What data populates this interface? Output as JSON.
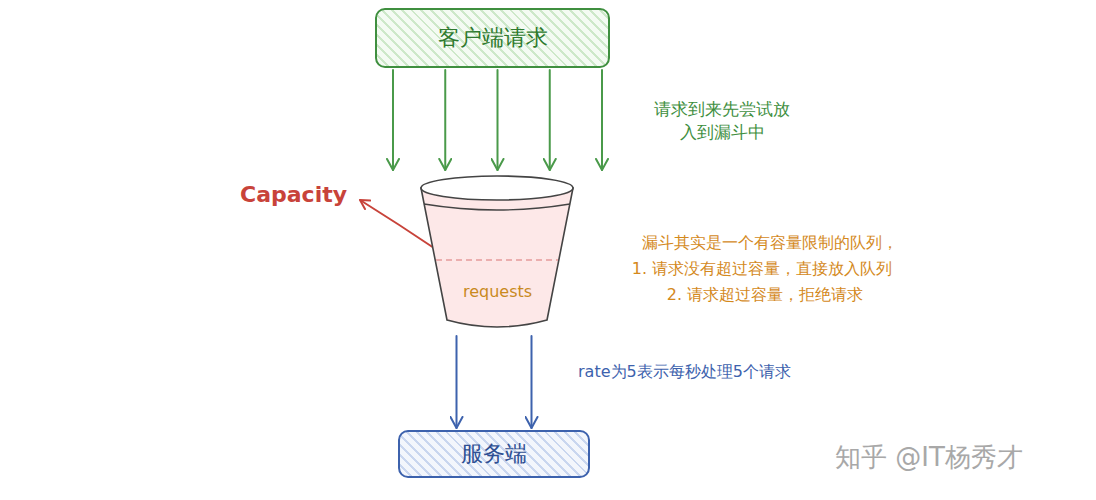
{
  "diagram": {
    "nodes": [
      {
        "text": [
          "客户端请求"
        ]
      },
      {
        "text": [
          "requests"
        ]
      },
      {
        "text": [
          "服务端"
        ]
      }
    ],
    "edges": [
      {
        "from": 0,
        "to": 1,
        "arrow": "to"
      },
      {
        "from": 0,
        "to": 1,
        "arrow": "to"
      },
      {
        "from": 0,
        "to": 1,
        "arrow": "to"
      },
      {
        "from": 0,
        "to": 1,
        "arrow": "to"
      },
      {
        "from": 0,
        "to": 1,
        "arrow": "to"
      },
      {
        "from": 1,
        "to": 2,
        "arrow": "to"
      },
      {
        "from": 1,
        "to": 2,
        "arrow": "to"
      }
    ],
    "labels": [
      "Capacity",
      "请求到来先尝试放 入到漏斗中",
      "漏斗其实是一个有容量限制的队列，",
      "1. 请求没有超过容量，直接放入队列",
      "2. 请求超过容量，拒绝请求",
      "rate为5表示每秒处理5个请求",
      "知乎 @IT杨秀才"
    ]
  }
}
